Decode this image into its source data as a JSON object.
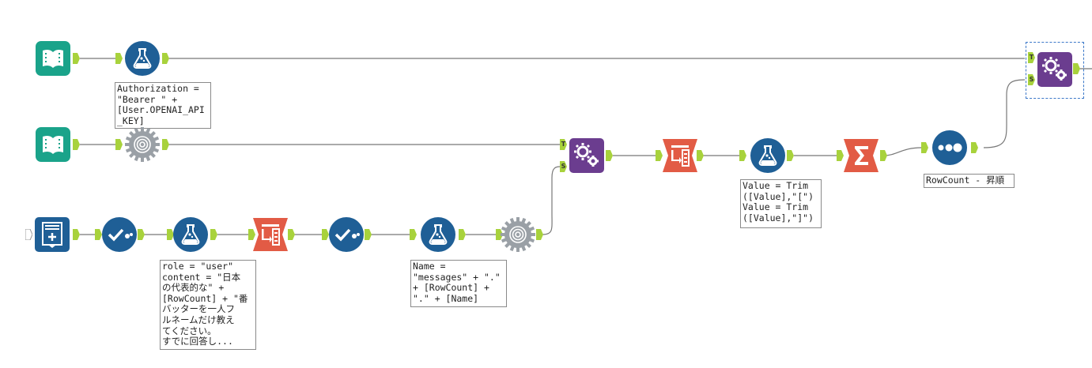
{
  "workflow": {
    "annotations": {
      "auth_formula": "Authorization =\n\"Bearer \" +\n[User.OPENAI_API\n_KEY]",
      "content_formula": "role = \"user\"\ncontent = \"日本\nの代表的な\" +\n[RowCount] + \"番\nバッターを一人フ\nルネームだけ教え\nてください。\nすでに回答し...",
      "name_formula": "Name =\n\"messages\" + \".\"\n+ [RowCount] +\n\".\" + [Name]",
      "trim_formula": "Value = Trim\n([Value],\"[\")\nValue = Trim\n([Value],\"]\")",
      "sort_label": "RowCount - 昇順"
    },
    "anchor_labels": {
      "true": "T",
      "source": "S"
    },
    "colors": {
      "input": "#1aa38a",
      "blue": "#1f5f96",
      "orange": "#e25b45",
      "purple": "#6b3d8f",
      "gray": "#9aa0a6",
      "connector": "#777777",
      "anchor": "#a8d23c"
    },
    "icons": {
      "input": "book-icon",
      "formula": "flask-icon",
      "macro_gray": "gear-macro-icon",
      "text_input": "text-input-icon",
      "select": "checkmark-icon",
      "cross_tab": "crosstab-icon",
      "append": "gears-icon",
      "summarize": "sigma-icon",
      "sample": "dots-icon"
    }
  }
}
